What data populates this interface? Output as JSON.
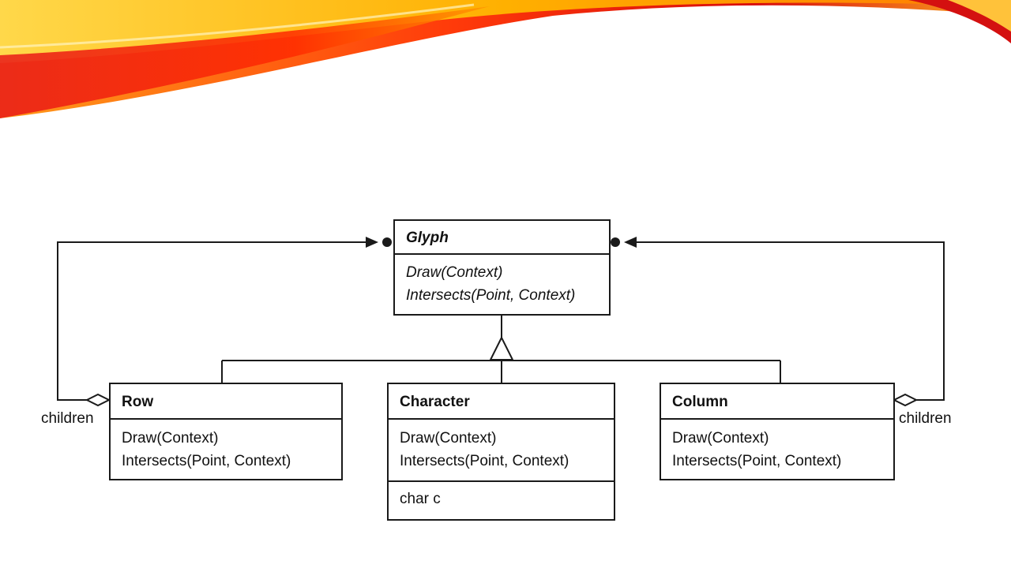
{
  "diagram": {
    "classes": {
      "glyph": {
        "name": "Glyph",
        "operations": [
          "Draw(Context)",
          "Intersects(Point, Context)"
        ]
      },
      "row": {
        "name": "Row",
        "operations": [
          "Draw(Context)",
          "Intersects(Point, Context)"
        ]
      },
      "character": {
        "name": "Character",
        "operations": [
          "Draw(Context)",
          "Intersects(Point, Context)"
        ],
        "attributes": [
          "char c"
        ]
      },
      "column": {
        "name": "Column",
        "operations": [
          "Draw(Context)",
          "Intersects(Point, Context)"
        ]
      }
    },
    "role_labels": {
      "left": "children",
      "right": "children"
    }
  },
  "colors": {
    "banner_red": "#e01010",
    "banner_orange": "#ff8a00",
    "banner_yellow": "#ffd21f",
    "line": "#1a1a1a"
  }
}
